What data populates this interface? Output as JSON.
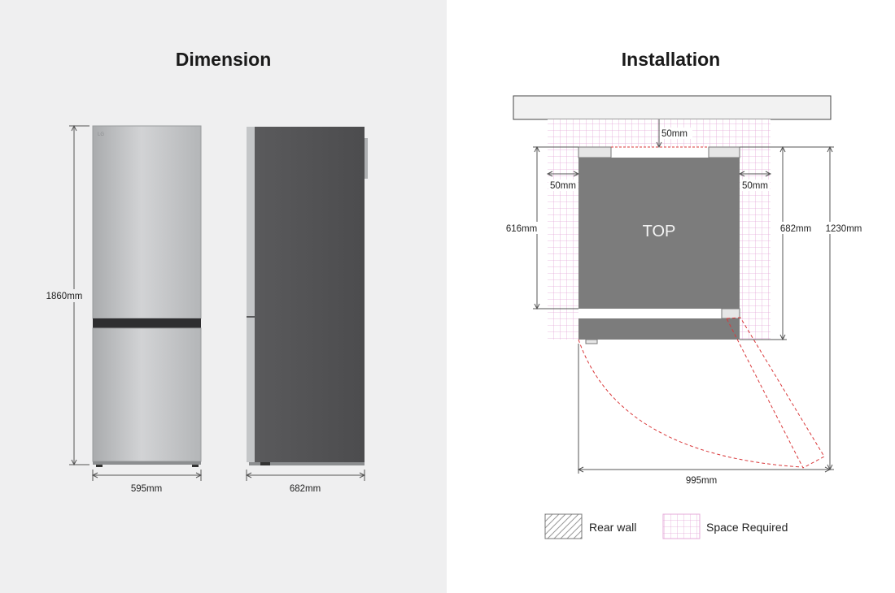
{
  "dimension": {
    "title": "Dimension",
    "height_label": "1860mm",
    "width_label": "595mm",
    "depth_label": "682mm"
  },
  "installation": {
    "title": "Installation",
    "top_label": "TOP",
    "rear_gap_label": "50mm",
    "left_gap_label": "50mm",
    "right_gap_label": "50mm",
    "body_depth_label": "616mm",
    "overall_depth_label": "682mm",
    "door_open_depth_label": "1230mm",
    "door_open_width_label": "995mm"
  },
  "legend": {
    "rear_wall": "Rear wall",
    "space_required": "Space Required"
  },
  "colors": {
    "left_background": "#efeff0",
    "space_grid": "#e4a8d8",
    "fridge_body": "#7c7c7c",
    "door_swing": "#d9383a"
  }
}
